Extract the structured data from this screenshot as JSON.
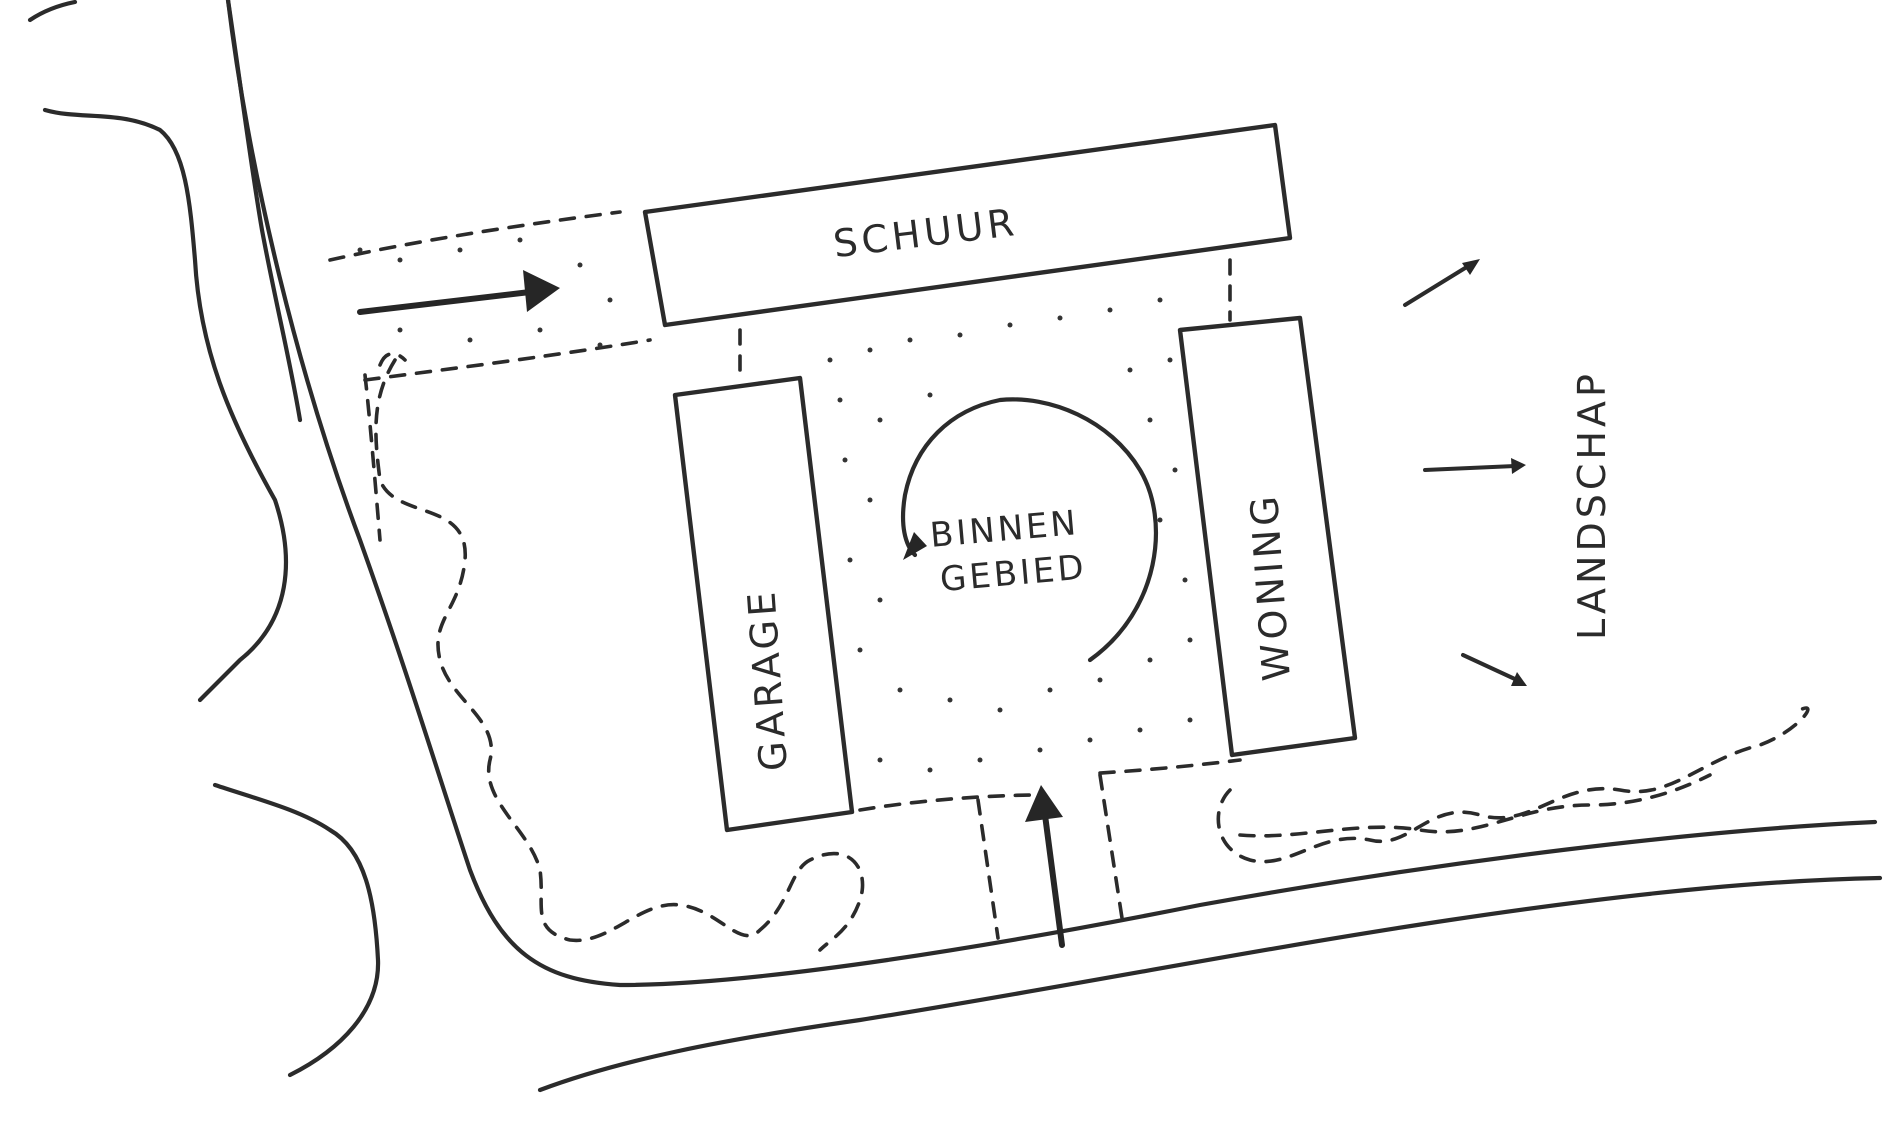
{
  "labels": {
    "barn": "SCHUUR",
    "garage": "GARAGE",
    "house": "WONING",
    "inner_area_line1": "BINNEN",
    "inner_area_line2": "GEBIED",
    "landscape": "LANDSCHAP"
  }
}
